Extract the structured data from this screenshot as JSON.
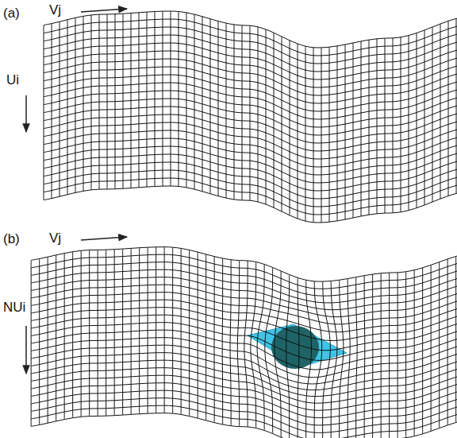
{
  "diagram": {
    "labels": [
      "(a)",
      "Vj",
      "Ui",
      "(b)",
      "Vj",
      "NUi"
    ]
  }
}
